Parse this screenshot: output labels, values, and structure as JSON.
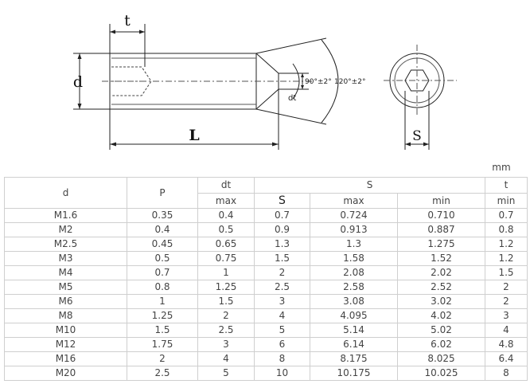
{
  "drawing": {
    "label_t": "t",
    "label_d": "d",
    "label_L": "L",
    "label_dt": "dt",
    "label_s": "S",
    "angle_90": "90°±2°",
    "angle_120": "120°±2°"
  },
  "table": {
    "unit": "mm",
    "header_row1": [
      "d",
      "P",
      "dt",
      "S",
      "t"
    ],
    "header_row2": [
      "max",
      "S",
      "max",
      "min",
      "min"
    ],
    "rows": [
      [
        "M1.6",
        "0.35",
        "0.4",
        "0.7",
        "0.724",
        "0.710",
        "0.7"
      ],
      [
        "M2",
        "0.4",
        "0.5",
        "0.9",
        "0.913",
        "0.887",
        "0.8"
      ],
      [
        "M2.5",
        "0.45",
        "0.65",
        "1.3",
        "1.3",
        "1.275",
        "1.2"
      ],
      [
        "M3",
        "0.5",
        "0.75",
        "1.5",
        "1.58",
        "1.52",
        "1.2"
      ],
      [
        "M4",
        "0.7",
        "1",
        "2",
        "2.08",
        "2.02",
        "1.5"
      ],
      [
        "M5",
        "0.8",
        "1.25",
        "2.5",
        "2.58",
        "2.52",
        "2"
      ],
      [
        "M6",
        "1",
        "1.5",
        "3",
        "3.08",
        "3.02",
        "2"
      ],
      [
        "M8",
        "1.25",
        "2",
        "4",
        "4.095",
        "4.02",
        "3"
      ],
      [
        "M10",
        "1.5",
        "2.5",
        "5",
        "5.14",
        "5.02",
        "4"
      ],
      [
        "M12",
        "1.75",
        "3",
        "6",
        "6.14",
        "6.02",
        "4.8"
      ],
      [
        "M16",
        "2",
        "4",
        "8",
        "8.175",
        "8.025",
        "6.4"
      ],
      [
        "M20",
        "2.5",
        "5",
        "10",
        "10.175",
        "10.025",
        "8"
      ]
    ]
  }
}
